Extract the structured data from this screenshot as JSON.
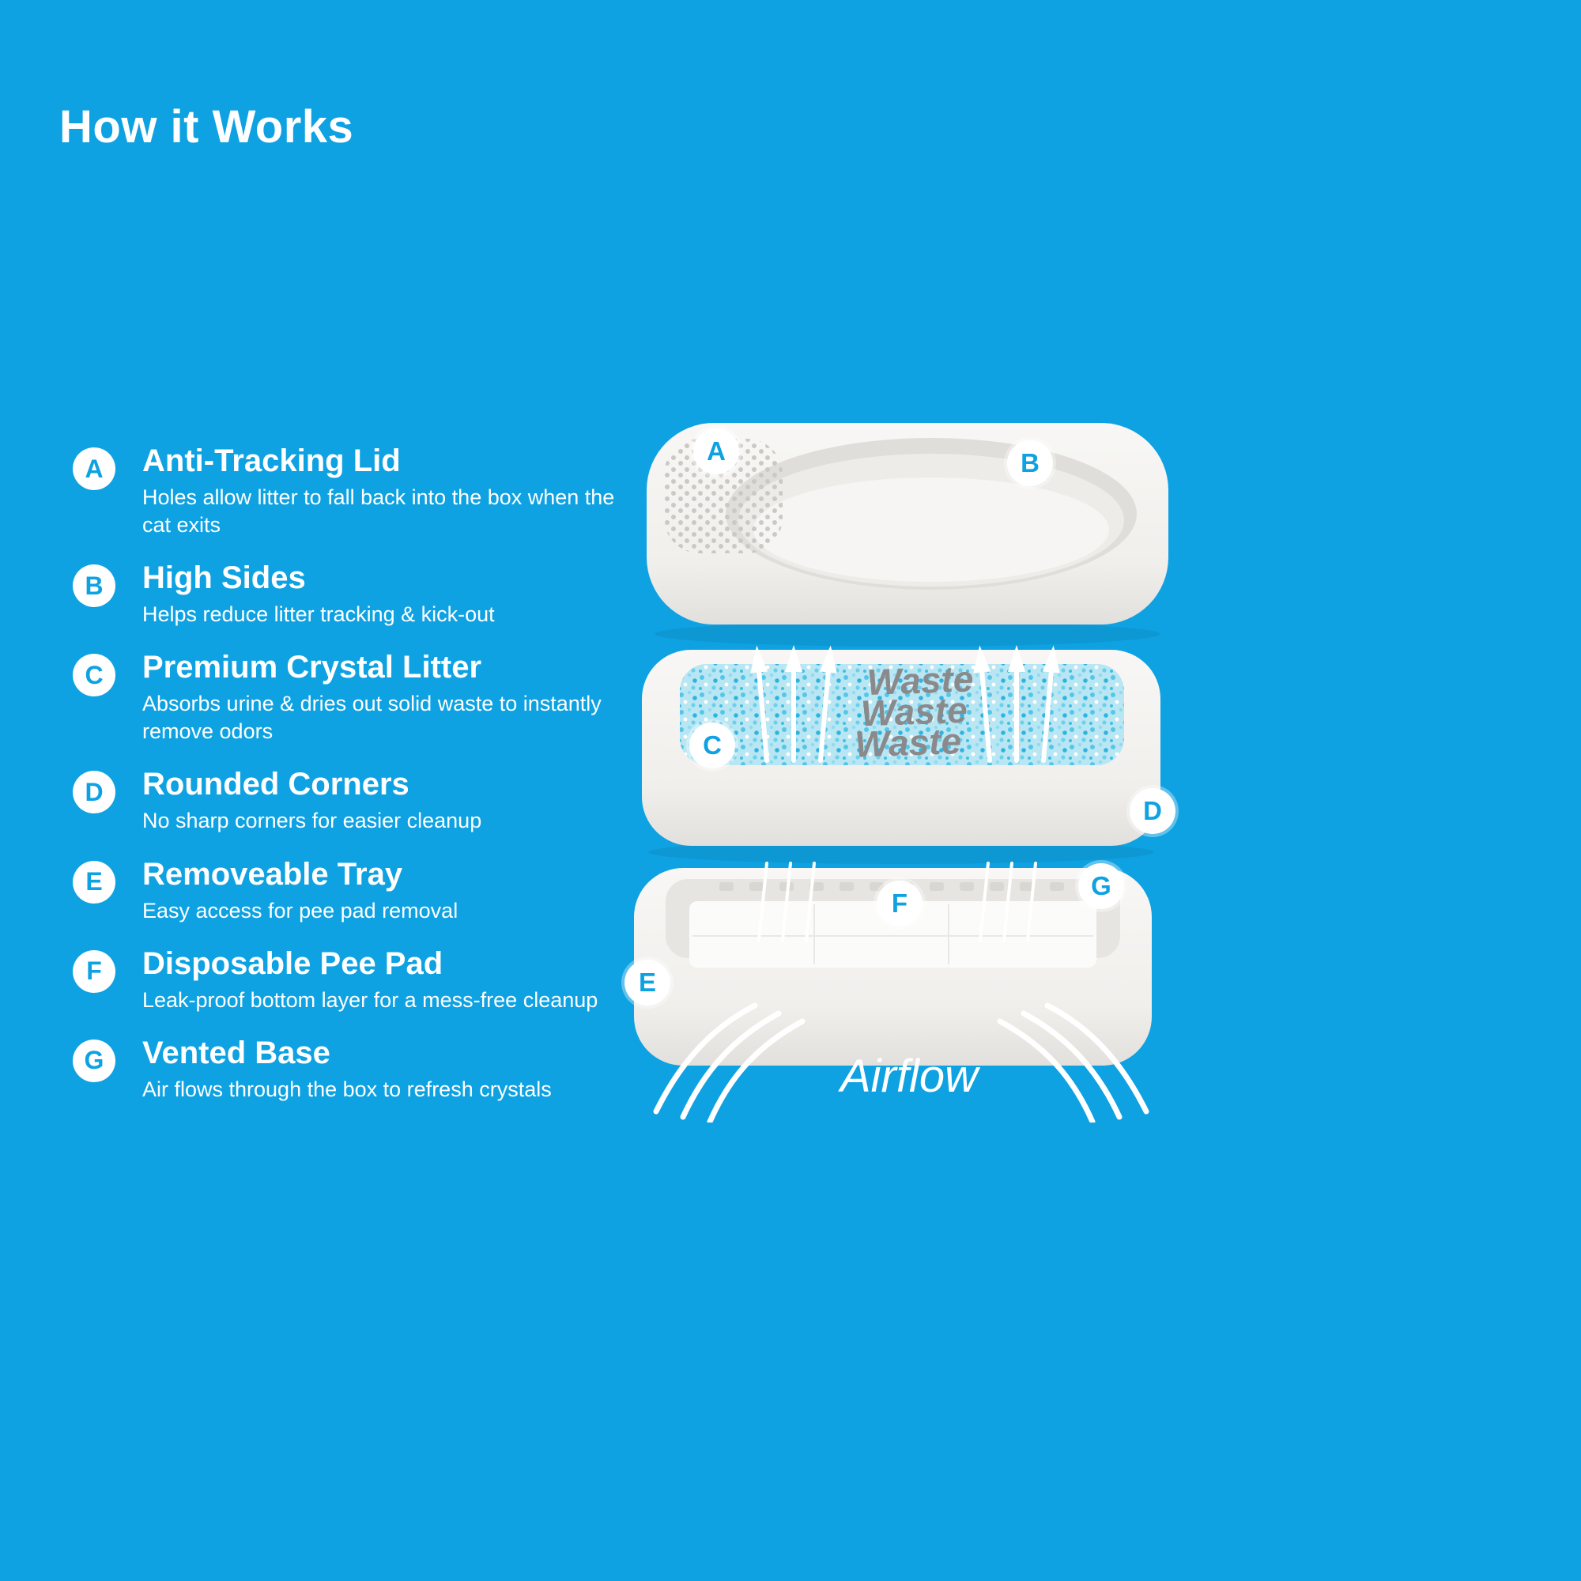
{
  "page": {
    "title": "How it Works"
  },
  "colors": {
    "background": "#0EA2E2",
    "badge_letter": "#0EA2E2",
    "box_white": "#F3F2EF",
    "litter_blue": "#A9DFF1",
    "waste_text_gray": "#8A8A8C",
    "text": "#FFFFFF"
  },
  "features": [
    {
      "letter": "A",
      "title": "Anti-Tracking Lid",
      "description": "Holes allow litter to fall back into the box when the cat exits"
    },
    {
      "letter": "B",
      "title": "High Sides",
      "description": "Helps reduce litter tracking & kick-out"
    },
    {
      "letter": "C",
      "title": "Premium Crystal Litter",
      "description": "Absorbs urine & dries out solid waste to instantly remove odors"
    },
    {
      "letter": "D",
      "title": "Rounded Corners",
      "description": "No sharp corners for easier cleanup"
    },
    {
      "letter": "E",
      "title": "Removeable Tray",
      "description": "Easy access for pee pad removal"
    },
    {
      "letter": "F",
      "title": "Disposable Pee Pad",
      "description": "Leak-proof bottom layer for a mess-free cleanup"
    },
    {
      "letter": "G",
      "title": "Vented Base",
      "description": "Air flows through the box to refresh crystals"
    }
  ],
  "diagram": {
    "callouts": [
      "A",
      "B",
      "C",
      "D",
      "E",
      "F",
      "G"
    ],
    "waste_labels": [
      "Waste",
      "Waste",
      "Waste"
    ],
    "airflow_label": "Airflow"
  }
}
